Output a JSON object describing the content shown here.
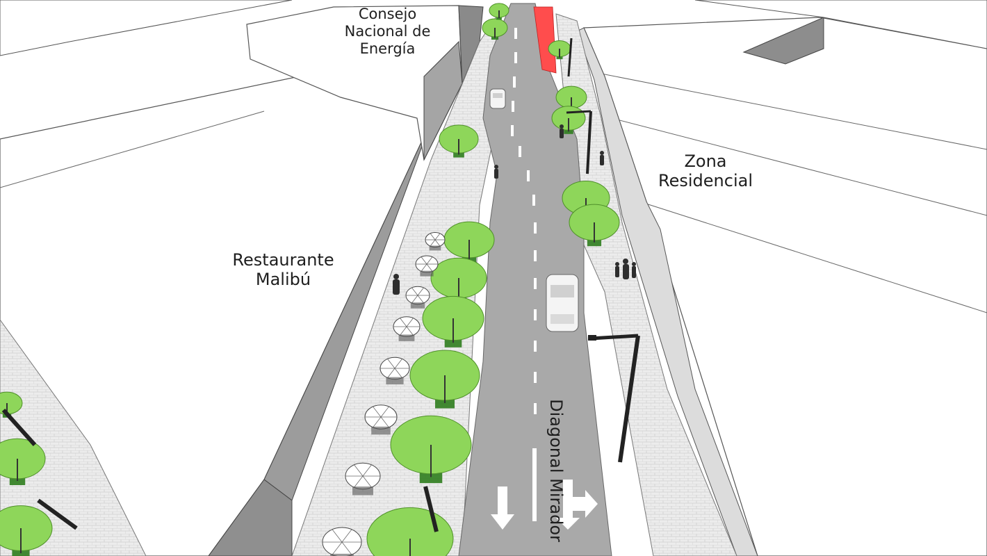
{
  "labels": {
    "consejo": [
      "Consejo",
      "Nacional de",
      "Energía"
    ],
    "zona": [
      "Zona",
      "Residencial"
    ],
    "restaurante": [
      "Restaurante",
      "Malibú"
    ],
    "street": "Diagonal Mirador"
  },
  "colors": {
    "road": "#a9a9a9",
    "sidewalk": "#e8e8e8",
    "building_roof": "#ffffff",
    "building_wall": "#d6d6d6",
    "building_shadow": "#9a9a9a",
    "tree_canopy": "#8ed65a",
    "tree_base": "#2f7d1e",
    "bike_lane": "#ff4d4d",
    "lane_marking": "#ffffff",
    "pole": "#222222"
  }
}
